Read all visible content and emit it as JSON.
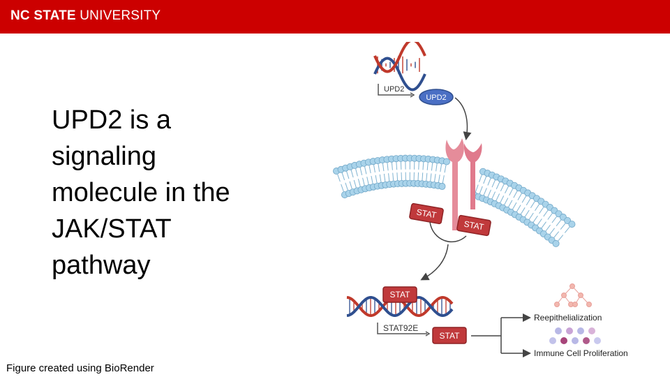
{
  "header": {
    "brand_bold": "NC STATE",
    "brand_light": "UNIVERSITY",
    "bar_color": "#cc0000"
  },
  "slide": {
    "title_lines": [
      "UPD2 is a",
      "signaling",
      "molecule in the",
      "JAK/STAT",
      "pathway"
    ],
    "credit": "Figure created using BioRender"
  },
  "diagram": {
    "gene_top_label": "UPD2",
    "protein_label": "UPD2",
    "stat_membrane_left": "STAT",
    "stat_membrane_right": "STAT",
    "stat_on_dna": "STAT",
    "gene_bottom_label": "STAT92E",
    "stat_product": "STAT",
    "outcome_1": "Reepithelialization",
    "outcome_2": "Immune Cell Proliferation",
    "colors": {
      "stat_red": "#c0393b",
      "dna_red": "#c0392b",
      "dna_blue": "#2f4f8f",
      "membrane_blue": "#a9d3ea",
      "receptor_pink": "#e58c9a",
      "protein_blue": "#4a6fc4"
    }
  }
}
